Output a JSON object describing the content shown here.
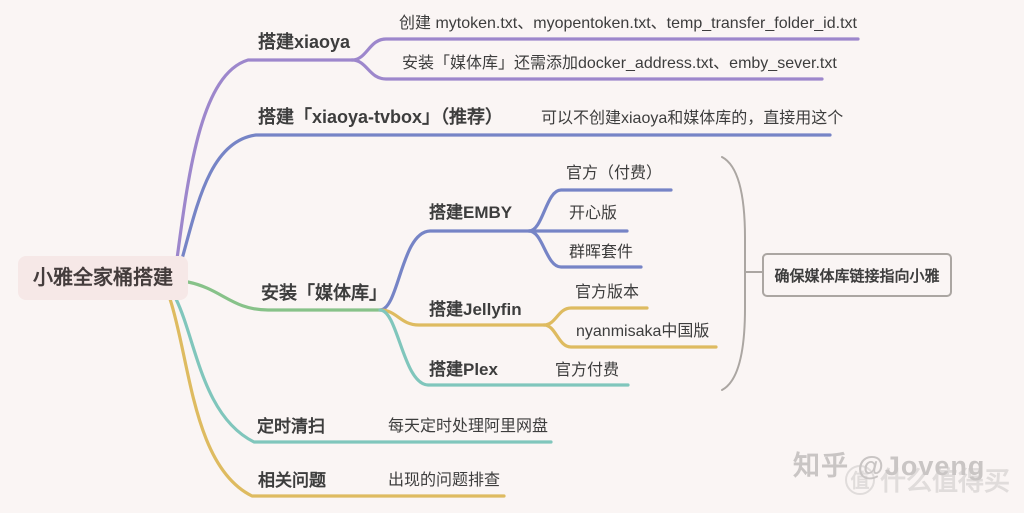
{
  "colors": {
    "bg": "#faf5f4",
    "purple": "#9d87cc",
    "indigo": "#7684c6",
    "green": "#87c289",
    "gold": "#debb60",
    "teal": "#80c6bc",
    "gray": "#aba6a2",
    "nodeText": "#3d3d3d",
    "rootBg": "#f6e8e7",
    "rootText": "#443c3c",
    "wm1": "#c9c5c4",
    "wm2": "#e0dcdb"
  },
  "nodes": {
    "root": {
      "label": "小雅全家桶搭建"
    },
    "xiaoya": {
      "label": "搭建xiaoya"
    },
    "xiaoya_tokens": {
      "label": "创建 mytoken.txt、myopentoken.txt、temp_transfer_folder_id.txt"
    },
    "xiaoya_media_files": {
      "label": "安装「媒体库」还需添加docker_address.txt、emby_sever.txt"
    },
    "tvbox": {
      "label": "搭建「xiaoya-tvbox」（推荐）"
    },
    "tvbox_note": {
      "label": "可以不创建xiaoya和媒体库的，直接用这个"
    },
    "media": {
      "label": "安装「媒体库」"
    },
    "emby": {
      "label": "搭建EMBY"
    },
    "emby_official": {
      "label": "官方（付费）"
    },
    "emby_kaixin": {
      "label": "开心版"
    },
    "emby_synology": {
      "label": "群晖套件"
    },
    "jellyfin": {
      "label": "搭建Jellyfin"
    },
    "jellyfin_official": {
      "label": "官方版本"
    },
    "jellyfin_nyanmisaka": {
      "label": "nyanmisaka中国版"
    },
    "plex": {
      "label": "搭建Plex"
    },
    "plex_official": {
      "label": "官方付费"
    },
    "clean": {
      "label": "定时清扫"
    },
    "clean_note": {
      "label": "每天定时处理阿里网盘"
    },
    "issues": {
      "label": "相关问题"
    },
    "issues_note": {
      "label": "出现的问题排查"
    }
  },
  "annotation": {
    "label": "确保媒体库链接指向小雅"
  },
  "watermarks": {
    "zhihu": "知乎 @Joveng",
    "smzdm_badge": "值",
    "smzdm": "什么值得买"
  }
}
